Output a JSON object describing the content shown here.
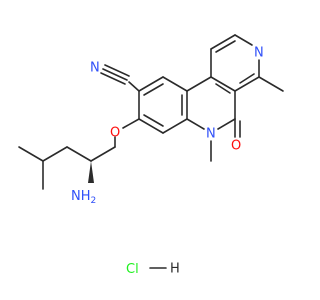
{
  "molecule": {
    "atoms": {
      "nitrile_n": "N",
      "ring_n_pyridine": "N",
      "lactam_n": "N",
      "carbonyl_o": "O",
      "ether_o": "O",
      "amine": "NH",
      "amine_sub": "2",
      "salt": "HCl",
      "salt_h": "H"
    },
    "colors": {
      "bond": "#2b2b2b",
      "nitrogen": "#3050f8",
      "oxygen": "#ff0d0d",
      "chlorine": "#1ff01f",
      "carbon": "#2b2b2b"
    }
  }
}
